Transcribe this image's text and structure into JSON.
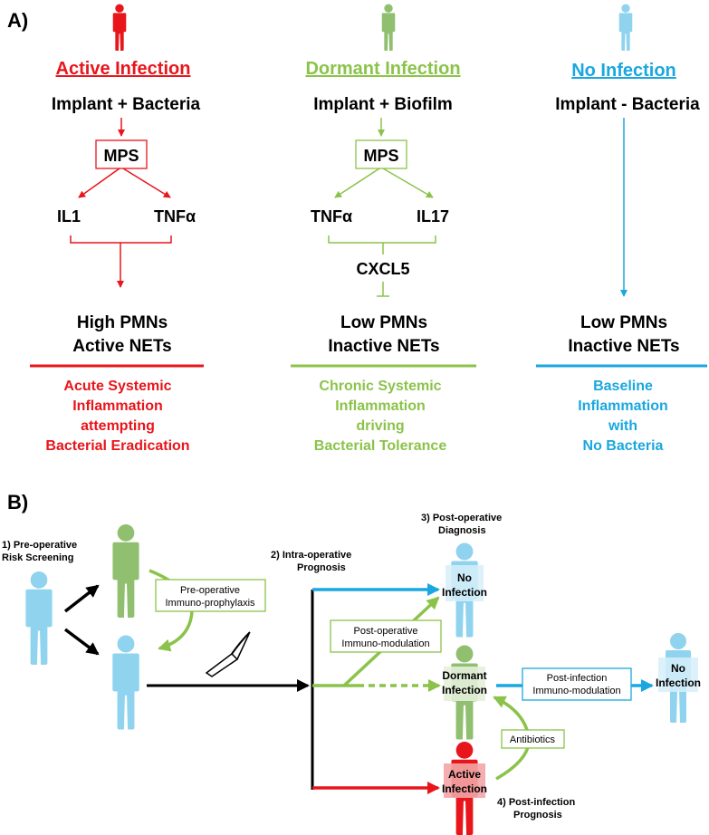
{
  "colors": {
    "active": "#e8151b",
    "dormant": "#8bc34a",
    "none": "#1aa7df",
    "person_light": "#8fd3ef",
    "person_green": "#8fbf6f",
    "black": "#000000"
  },
  "panel_a": {
    "label": "A)",
    "columns": [
      {
        "key": "active",
        "title": "Active Infection",
        "condition": "Implant + Bacteria",
        "mps": "MPS",
        "left_cytokine": "IL1",
        "right_cytokine": "TNFα",
        "mediator": "",
        "outcome_line1": "High PMNs",
        "outcome_line2": "Active NETs",
        "desc": [
          "Acute Systemic",
          "Inflammation",
          "attempting",
          "Bacterial Eradication"
        ]
      },
      {
        "key": "dormant",
        "title": "Dormant Infection",
        "condition": "Implant + Biofilm",
        "mps": "MPS",
        "left_cytokine": "TNFα",
        "right_cytokine": "IL17",
        "mediator": "CXCL5",
        "outcome_line1": "Low PMNs",
        "outcome_line2": "Inactive NETs",
        "desc": [
          "Chronic Systemic",
          "Inflammation",
          "driving",
          "Bacterial Tolerance"
        ]
      },
      {
        "key": "none",
        "title": "No Infection",
        "condition": "Implant - Bacteria",
        "outcome_line1": "Low PMNs",
        "outcome_line2": "Inactive NETs",
        "desc": [
          "Baseline",
          "Inflammation",
          "with",
          "No Bacteria"
        ]
      }
    ]
  },
  "panel_b": {
    "label": "B)",
    "step1": [
      "1) Pre-operative",
      "Risk Screening"
    ],
    "step2": [
      "2) Intra-operative",
      "Prognosis"
    ],
    "step3": [
      "3) Post-operative",
      "Diagnosis"
    ],
    "step4": [
      "4) Post-infection",
      "Prognosis"
    ],
    "box_preop": [
      "Pre-operative",
      "Immuno-prophylaxis"
    ],
    "box_postop": [
      "Post-operative",
      "Immuno-modulation"
    ],
    "box_postinf": [
      "Post-infection",
      "Immuno-modulation"
    ],
    "box_antibiotics": "Antibiotics",
    "no_infection": [
      "No",
      "Infection"
    ],
    "dormant_infection": [
      "Dormant",
      "Infection"
    ],
    "active_infection": [
      "Active",
      "Infection"
    ],
    "no_infection_right": [
      "No",
      "Infection"
    ]
  }
}
